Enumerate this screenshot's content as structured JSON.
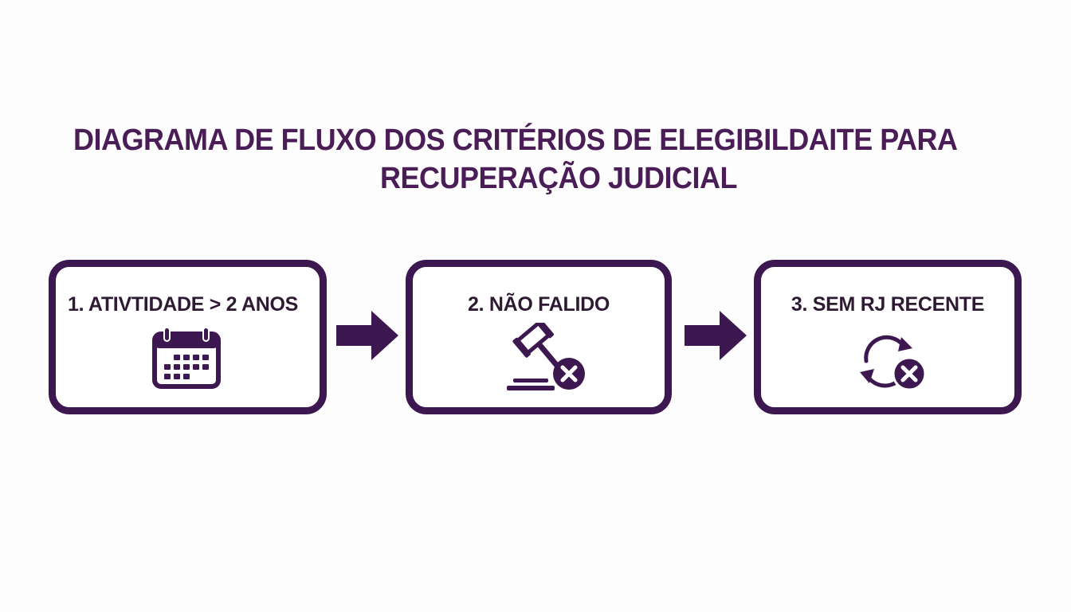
{
  "diagram": {
    "title_line_1": "DIAGRAMA DE FLUXO DOS CRITÉRIOS DE ELEGIBILDAITE PARA",
    "title_line_2": "RECUPERAÇÃO JUDICIAL",
    "steps": [
      {
        "label": "1. ATIVTIDADE > 2 ANOS",
        "icon": "calendar-icon"
      },
      {
        "label": "2. NÃO FALIDO",
        "icon": "gavel-x-icon"
      },
      {
        "label": "3. SEM RJ RECENTE",
        "icon": "cycle-x-icon"
      }
    ],
    "colors": {
      "border": "#3d1850",
      "title": "#4a1d57",
      "text": "#2e1a33",
      "icon": "#3d1850"
    }
  }
}
